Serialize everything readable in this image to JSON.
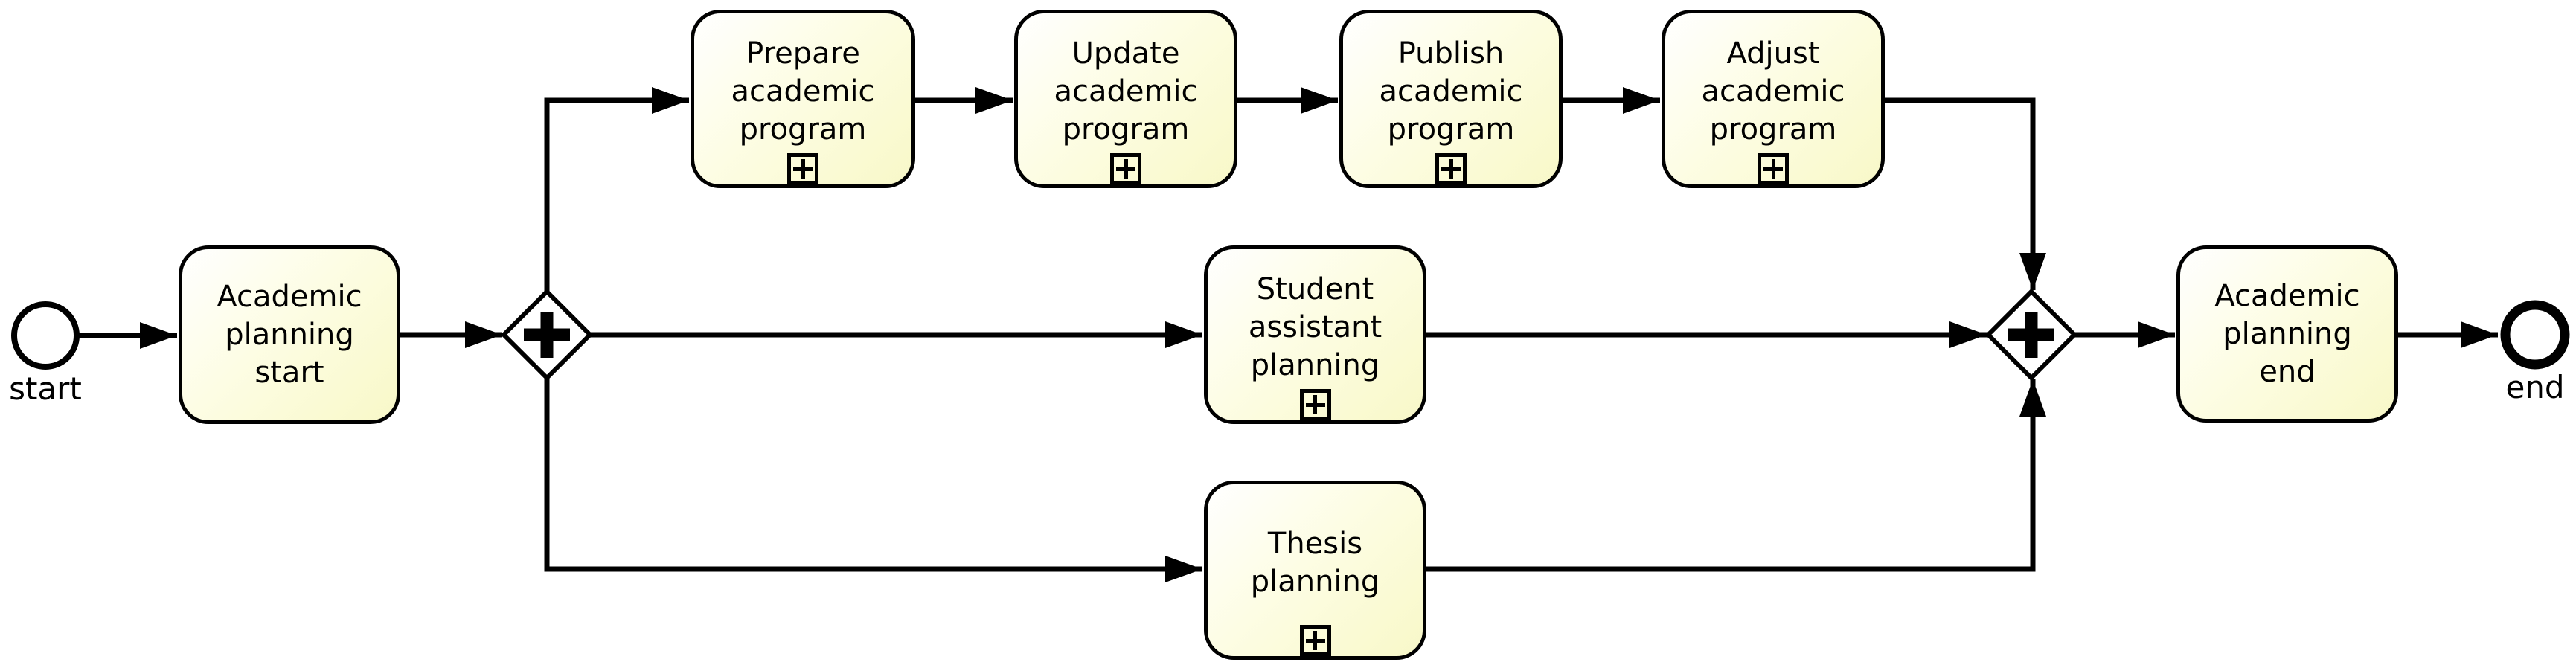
{
  "diagram": {
    "events": {
      "start_label": "start",
      "end_label": "end"
    },
    "tasks": [
      {
        "label": "Academic\nplanning\nstart",
        "subprocess": false
      },
      {
        "label": "Prepare\nacademic\nprogram",
        "subprocess": true
      },
      {
        "label": "Update\nacademic\nprogram",
        "subprocess": true
      },
      {
        "label": "Publish\nacademic\nprogram",
        "subprocess": true
      },
      {
        "label": "Adjust\nacademic\nprogram",
        "subprocess": true
      },
      {
        "label": "Student\nassistant\nplanning",
        "subprocess": true
      },
      {
        "label": "Thesis\nplanning",
        "subprocess": true
      },
      {
        "label": "Academic\nplanning\nend",
        "subprocess": false
      }
    ],
    "gateways": [
      {
        "type": "parallel-split",
        "icon": "plus"
      },
      {
        "type": "parallel-join",
        "icon": "plus"
      }
    ],
    "icons": {
      "subprocess_marker": "plus-square",
      "gateway_symbol": "plus"
    }
  },
  "colors": {
    "stroke": "#000000",
    "task_fill_light": "#ffffff",
    "task_fill_dark": "#f8f8c8",
    "canvas_bg": "#ffffff"
  }
}
